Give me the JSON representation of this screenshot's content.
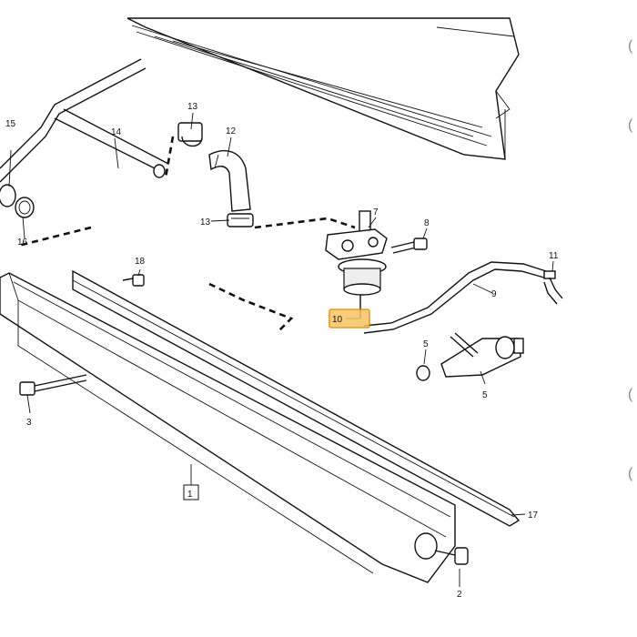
{
  "callouts": [
    {
      "id": "c1",
      "text": "1"
    },
    {
      "id": "c2",
      "text": "2"
    },
    {
      "id": "c3",
      "text": "3"
    },
    {
      "id": "c5a",
      "text": "5"
    },
    {
      "id": "c5b",
      "text": "5"
    },
    {
      "id": "c7",
      "text": "7"
    },
    {
      "id": "c8",
      "text": "8"
    },
    {
      "id": "c9",
      "text": "9"
    },
    {
      "id": "c10",
      "text": "10"
    },
    {
      "id": "c11",
      "text": "11"
    },
    {
      "id": "c12",
      "text": "12"
    },
    {
      "id": "c13a",
      "text": "13"
    },
    {
      "id": "c13b",
      "text": "13"
    },
    {
      "id": "c14",
      "text": "14"
    },
    {
      "id": "c15",
      "text": "15"
    },
    {
      "id": "c16",
      "text": "16"
    },
    {
      "id": "c17",
      "text": "17"
    },
    {
      "id": "c18",
      "text": "18"
    }
  ],
  "highlight": {
    "target": "10",
    "color": "#f6c465"
  },
  "margin_marks": [
    {
      "text": "("
    },
    {
      "text": "("
    },
    {
      "text": "("
    },
    {
      "text": "("
    }
  ]
}
